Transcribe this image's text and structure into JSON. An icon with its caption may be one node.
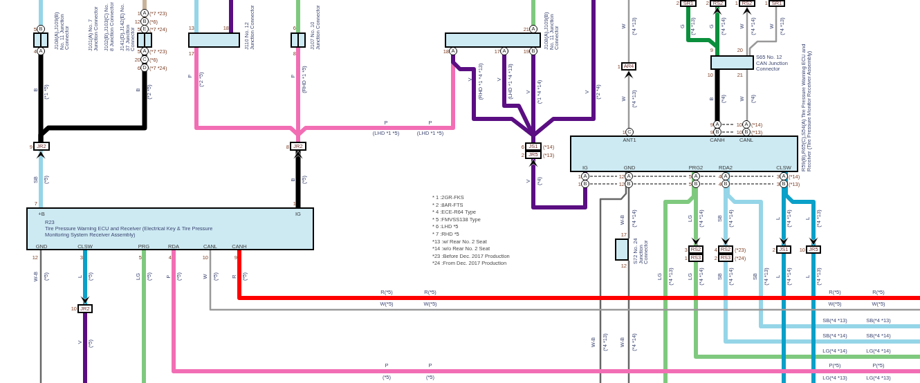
{
  "diagram": {
    "nodes": [
      {
        "text": [
          "J108(A),J109(B) No. 11 Junction Connector"
        ],
        "beside": [
          "5",
          "B",
          "4",
          "A"
        ]
      },
      {
        "text": [
          "J101(A) No. 7 Junction Connector",
          "J102(B),J103(C) No. 8 Junction Connector",
          "J141(D),J142(E) No. 37 Junction Connector"
        ],
        "beside": [
          "1",
          "A",
          "(*7 *23)",
          "12",
          "B",
          "(*6)",
          "5",
          "E",
          "(*7 *24)",
          "5",
          "A",
          "(*7 *23)",
          "20",
          "C",
          "(*6)",
          "6",
          "D",
          "(*7 *24)"
        ]
      },
      {
        "text": [
          "J110 No. 12 Junction Connector"
        ],
        "beside": [
          "13",
          "18",
          "17"
        ]
      },
      {
        "text": [
          "J107 No. 10 Junction Connector"
        ],
        "beside": [
          "6",
          "8"
        ]
      },
      {
        "text": [
          "JR2"
        ],
        "beside": [
          "9"
        ]
      },
      {
        "text": [
          "JR2"
        ],
        "beside": [
          "8"
        ]
      },
      {
        "text": [
          "J108(A),J109(B) No. 11 Junction Connector"
        ],
        "beside": [
          "21",
          "A",
          "18",
          "A",
          "17",
          "A",
          "19",
          "B"
        ]
      },
      {
        "text": [
          "JS1"
        ],
        "beside": [
          "6",
          "(*14)"
        ]
      },
      {
        "text": [
          "JR5"
        ],
        "beside": [
          "2",
          "(*13)"
        ]
      },
      {
        "text": [
          "AR4"
        ],
        "beside": [
          "1"
        ]
      },
      {
        "text": [
          "SR1"
        ],
        "beside": [
          "2"
        ]
      },
      {
        "text": [
          "RS2"
        ],
        "beside": [
          "2"
        ]
      },
      {
        "text": [
          "RS2"
        ],
        "beside": [
          "1"
        ]
      },
      {
        "text": [
          "SR1"
        ],
        "beside": [
          "1"
        ]
      },
      {
        "text": [
          "S65 No. 12 CAN Junction Connector"
        ],
        "beside": [
          "9",
          "20",
          "10",
          "21"
        ]
      },
      {
        "text": [
          "R59(B),R65(C),S54(A) Tire Pressure Warning ECU and Receiver (Tire Pressure Monitor Receiver Assembly)",
          "ANT1",
          "CANH",
          "CANL",
          "IG",
          "GND",
          "PRG2",
          "RDA2",
          "CLSW"
        ],
        "beside": [
          "1",
          "C",
          "9",
          "A",
          "9",
          "B",
          "10",
          "A",
          "(*14)",
          "10",
          "B",
          "(*13)",
          "1",
          "A",
          "1",
          "B",
          "12",
          "A",
          "12",
          "B",
          "5",
          "A",
          "5",
          "B",
          "4",
          "A",
          "4",
          "B",
          "3",
          "A",
          "(*14)",
          "3",
          "B",
          "(*13)"
        ]
      },
      {
        "text": [
          "+B",
          "IG",
          "R23",
          "Tire Pressure Warning ECU and Receiver (Electrical Key & Tire Pressure Monitoring System Receiver Assembly)",
          "GND",
          "CLSW",
          "PRG",
          "RDA",
          "CANL",
          "CANH"
        ],
        "beside": [
          "7",
          "1",
          "12",
          "3",
          "5",
          "4",
          "10",
          "9"
        ]
      },
      {
        "text": [
          "JR2"
        ],
        "beside": [
          "10"
        ]
      },
      {
        "text": [
          "S72 No. 24 Junction Connector"
        ],
        "beside": [
          "17",
          "12"
        ]
      },
      {
        "text": [
          "RS2"
        ],
        "beside": [
          "3"
        ]
      },
      {
        "text": [
          "RS3"
        ],
        "beside": [
          "1"
        ]
      },
      {
        "text": [
          "RS2"
        ],
        "beside": [
          "4",
          "(*23)"
        ]
      },
      {
        "text": [
          "RS3"
        ],
        "beside": [
          "2",
          "(*24)"
        ]
      },
      {
        "text": [
          "JS1"
        ],
        "beside": [
          "2"
        ]
      },
      {
        "text": [
          "JR5"
        ],
        "beside": [
          "10"
        ]
      }
    ],
    "edges": [
      {
        "from": null,
        "to": 0,
        "arrow": "none",
        "color": "#95d5e8"
      },
      {
        "from": null,
        "to": 1,
        "arrow": "none",
        "color": "#c8b39a"
      },
      {
        "from": 0,
        "to": 4,
        "arrow": "none",
        "color": "#000000"
      },
      {
        "from": 1,
        "to": 4,
        "arrow": "none",
        "color": "#000000"
      },
      {
        "from": 16,
        "to": 4,
        "arrow": "to",
        "color": "#95d5e8"
      },
      {
        "from": null,
        "to": 2,
        "arrow": "none",
        "color": "#95d5e8"
      },
      {
        "from": null,
        "to": 2,
        "arrow": "none",
        "color": "#5a0e82"
      },
      {
        "from": null,
        "to": 3,
        "arrow": "none",
        "color": "#7fc97f"
      },
      {
        "from": 2,
        "to": 5,
        "arrow": "none",
        "color": "#f26eb4"
      },
      {
        "from": 3,
        "to": 5,
        "arrow": "none",
        "color": "#f26eb4"
      },
      {
        "from": 6,
        "to": 5,
        "arrow": "none",
        "color": "#f26eb4"
      },
      {
        "from": 16,
        "to": 5,
        "arrow": "to",
        "color": "#000000"
      },
      {
        "from": null,
        "to": 6,
        "arrow": "none",
        "color": "#7fc97f"
      },
      {
        "from": 6,
        "to": 7,
        "arrow": "none",
        "color": "#5a0e82"
      },
      {
        "from": 6,
        "to": 7,
        "arrow": "none",
        "color": "#5a0e82"
      },
      {
        "from": 6,
        "to": 7,
        "arrow": "none",
        "color": "#5a0e82"
      },
      {
        "from": null,
        "to": 7,
        "arrow": "none",
        "color": "#5a0e82"
      },
      {
        "from": 15,
        "to": 8,
        "arrow": "to",
        "color": "#5a0e82"
      },
      {
        "from": null,
        "to": 9,
        "arrow": "none",
        "color": "#999999"
      },
      {
        "from": 15,
        "to": 9,
        "arrow": "to",
        "color": "#999999"
      },
      {
        "from": 10,
        "to": 14,
        "arrow": "none",
        "color": "#0b8f3c"
      },
      {
        "from": 14,
        "to": 11,
        "arrow": "to",
        "color": "#0b8f3c"
      },
      {
        "from": 14,
        "to": 12,
        "arrow": "to",
        "color": "#999999"
      },
      {
        "from": 13,
        "to": 14,
        "arrow": "none",
        "color": "#999999"
      },
      {
        "from": 14,
        "to": 15,
        "arrow": "none",
        "color": "#000000"
      },
      {
        "from": 14,
        "to": 15,
        "arrow": "none",
        "color": "#999999"
      },
      {
        "from": 15,
        "to": 18,
        "arrow": "none",
        "color": "#666666"
      },
      {
        "from": 18,
        "to": null,
        "arrow": "none",
        "color": "#666666"
      },
      {
        "from": 15,
        "to": null,
        "arrow": "none",
        "color": "#666666"
      },
      {
        "from": 15,
        "to": 19,
        "arrow": "to",
        "color": "#7fc97f"
      },
      {
        "from": 20,
        "to": null,
        "arrow": "none",
        "color": "#7fc97f"
      },
      {
        "from": 15,
        "to": null,
        "arrow": "none",
        "color": "#7fc97f"
      },
      {
        "from": 15,
        "to": 21,
        "arrow": "to",
        "color": "#95d5e8"
      },
      {
        "from": 22,
        "to": null,
        "arrow": "none",
        "color": "#95d5e8"
      },
      {
        "from": 15,
        "to": null,
        "arrow": "none",
        "color": "#95d5e8"
      },
      {
        "from": 15,
        "to": 23,
        "arrow": "to",
        "color": "#0aa0c8"
      },
      {
        "from": 23,
        "to": null,
        "arrow": "none",
        "color": "#0aa0c8"
      },
      {
        "from": 15,
        "to": 24,
        "arrow": "to",
        "color": "#0aa0c8"
      },
      {
        "from": 24,
        "to": null,
        "arrow": "none",
        "color": "#0aa0c8"
      },
      {
        "from": 16,
        "to": null,
        "arrow": "none",
        "color": "#666666"
      },
      {
        "from": 16,
        "to": 17,
        "arrow": "to",
        "color": "#0aa0c8"
      },
      {
        "from": 17,
        "to": null,
        "arrow": "none",
        "color": "#5a0e82"
      },
      {
        "from": 16,
        "to": null,
        "arrow": "none",
        "color": "#7fc97f"
      },
      {
        "from": 16,
        "to": null,
        "arrow": "none",
        "color": "#f26eb4"
      },
      {
        "from": 16,
        "to": null,
        "arrow": "none",
        "color": "#999999"
      },
      {
        "from": 16,
        "to": null,
        "arrow": "none",
        "color": "#ff0000"
      }
    ],
    "labels": [
      "B",
      "(*1 *5)",
      "B",
      "(*2 *5)",
      "P",
      "(*2 *5)",
      "P",
      "(RHD *1 *5)",
      "V",
      "(RHD *1 *4 *13)",
      "V",
      "(LHD *1 *4 *13)",
      "V",
      "(*1 *4 *14)",
      "V",
      "(*2 *4)",
      "W",
      "(*4 *13)",
      "G",
      "(*4 *13)",
      "G",
      "(*4 *14)",
      "W",
      "(*4 *14)",
      "W",
      "(*4 *13)",
      "W",
      "(*4 *13)",
      "B",
      "(*4)",
      "W",
      "(*4)",
      "P",
      "P",
      "(LHD *1 *5)",
      "(LHD *1 *5)",
      "SB",
      "(*5)",
      "B",
      "(*5)",
      "V",
      "(*4)",
      "* 1 :2GR-FKS",
      "* 2 :8AR-FTS",
      "* 4 :ECE-R64 Type",
      "* 5 :FMVSS138 Type",
      "* 6 :LHD *5",
      "* 7 :RHD *5",
      "*13 :w/ Rear No. 2 Seat",
      "*14 :w/o Rear No. 2 Seat",
      "*23 :Before Dec. 2017 Production",
      "*24 :From Dec. 2017 Production",
      "W-B",
      "(*5)",
      "L",
      "(*5)",
      "LG",
      "(*5)",
      "P",
      "(*5)",
      "W",
      "(*5)",
      "R",
      "(*5)",
      "V",
      "(*5)",
      "W-B",
      "(*4 *14)",
      "LG",
      "(*4 *14)",
      "SB",
      "(*4 *14)",
      "L",
      "(*4 *14)",
      "L",
      "(*4 *13)",
      "LG",
      "(*4 *13)",
      "LG",
      "(*4 *14)",
      "SB",
      "(*4 *14)",
      "SB",
      "(*4 *13)",
      "L",
      "(*4 *14)",
      "L",
      "(*4 *13)",
      "R(*5)",
      "R(*5)",
      "R(*5)",
      "R(*5)",
      "W(*5)",
      "W(*5)",
      "W(*5)",
      "W(*5)",
      "SB(*4 *13)",
      "SB(*4 *13)",
      "SB(*4 *14)",
      "SB(*4 *14)",
      "LG(*4 *14)",
      "LG(*4 *14)",
      "P",
      "P",
      "P(*5)",
      "P(*5)",
      "(*5)",
      "(*5)",
      "LG(*4 *13)",
      "LG(*4 *13)",
      "W-B",
      "(*4 *13)",
      "W-B",
      "(*4 *14)"
    ]
  }
}
